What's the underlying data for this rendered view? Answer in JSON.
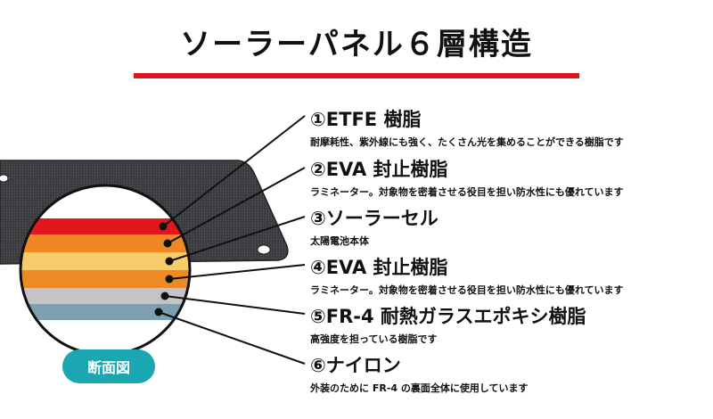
{
  "title": "ソーラーパネル６層構造",
  "badge_label": "断面図",
  "colors": {
    "accent": "#e0141e",
    "badge": "#1aa7b2",
    "layer_colors": [
      "#e3171b",
      "#ef8723",
      "#f7cd6b",
      "#ee8a26",
      "#c3c4c8",
      "#7e9fb0"
    ]
  },
  "layers": [
    {
      "name": "①ETFE 樹脂",
      "desc": "耐摩耗性、紫外線にも強く、たくさん光を集めることができる樹脂です"
    },
    {
      "name": "②EVA 封止樹脂",
      "desc": "ラミネーター。対象物を密着させる役目を担い防水性にも優れています"
    },
    {
      "name": "③ソーラーセル",
      "desc": "太陽電池本体"
    },
    {
      "name": "④EVA 封止樹脂",
      "desc": "ラミネーター。対象物を密着させる役目を担い防水性にも優れています"
    },
    {
      "name": "⑤FR-4 耐熱ガラスエポキシ樹脂",
      "desc": "高強度を担っている樹脂です"
    },
    {
      "name": "⑥ナイロン",
      "desc": "外装のために FR-4 の裏面全体に使用しています"
    }
  ]
}
